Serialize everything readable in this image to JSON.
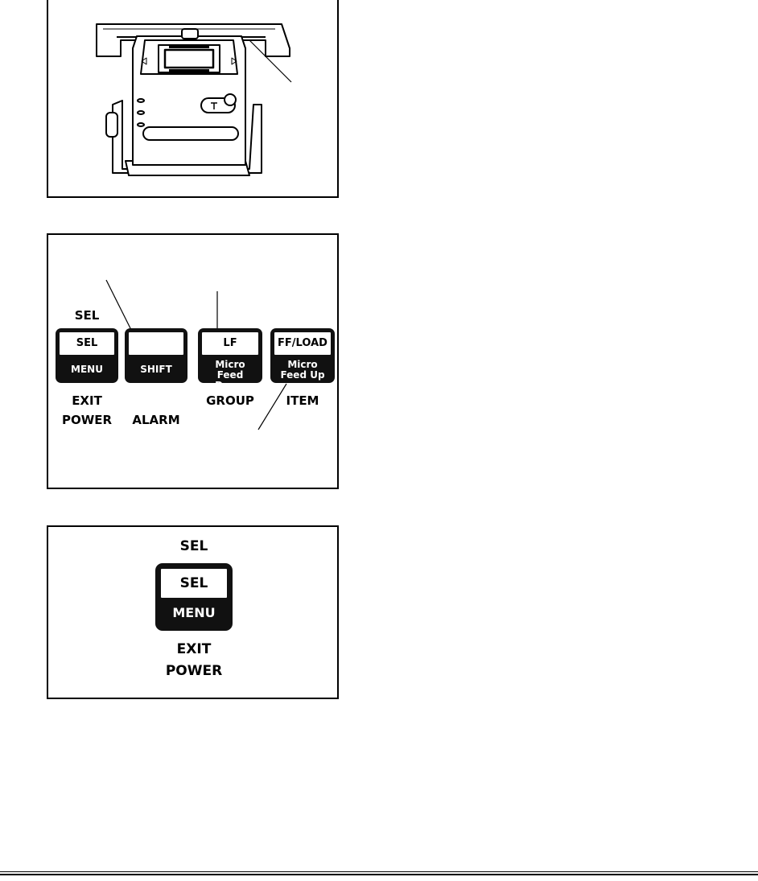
{
  "panel": {
    "sel_top": "SEL",
    "keys": [
      {
        "top": "SEL",
        "bottom": "MENU",
        "below1": "EXIT",
        "below2": "POWER"
      },
      {
        "top": "",
        "bottom": "SHIFT",
        "below1": "",
        "below2": "ALARM"
      },
      {
        "top": "LF",
        "bottom": "Micro Feed Down",
        "below1": "GROUP",
        "below2": ""
      },
      {
        "top": "FF/LOAD",
        "bottom": "Micro Feed Up",
        "below1": "ITEM",
        "below2": ""
      }
    ]
  },
  "single_key": {
    "above": "SEL",
    "top": "SEL",
    "bottom": "MENU",
    "below1": "EXIT",
    "below2": "POWER"
  }
}
